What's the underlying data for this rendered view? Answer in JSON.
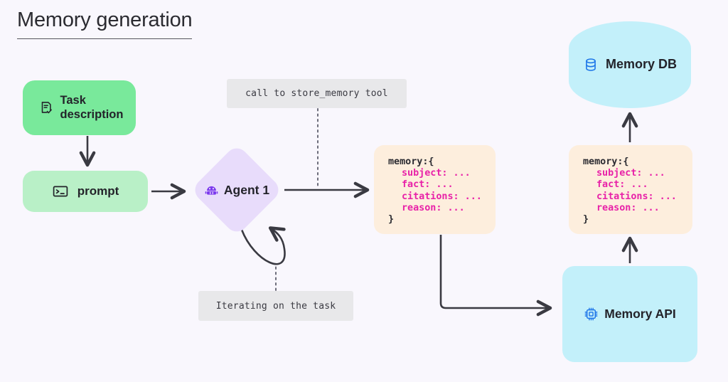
{
  "page": {
    "title": "Memory generation",
    "background_color": "#f9f7fd"
  },
  "nodes": {
    "task_description": {
      "label": "Task\ndescription",
      "icon": "document-check-icon",
      "color": "#79e99b"
    },
    "prompt": {
      "label": "prompt",
      "icon": "terminal-icon",
      "color": "#b9f0c7"
    },
    "agent1": {
      "label": "Agent 1",
      "icon": "robot-icon",
      "color": "#e8dcfb",
      "icon_color": "#7c3aed"
    },
    "memory_block_1": {
      "open": "memory:{",
      "fields": [
        "subject: ...",
        "fact: ...",
        "citations: ...",
        "reason: ..."
      ],
      "close": "}",
      "color": "#fdeedd",
      "key_color": "#e821a8"
    },
    "memory_block_2": {
      "open": "memory:{",
      "fields": [
        "subject: ...",
        "fact: ...",
        "citations: ...",
        "reason: ..."
      ],
      "close": "}",
      "color": "#fdeedd",
      "key_color": "#e821a8"
    },
    "memory_db": {
      "label": "Memory DB",
      "icon": "database-icon",
      "color": "#c3f0fa",
      "icon_color": "#1a73e8"
    },
    "memory_api": {
      "label": "Memory API",
      "icon": "chip-icon",
      "color": "#c3f0fa",
      "icon_color": "#1a73e8"
    }
  },
  "annotations": {
    "store_memory_call": "call to store_memory tool",
    "iterating": "Iterating on the task"
  },
  "edges": {
    "stroke_color": "#3a3a42",
    "list": [
      {
        "from": "task_description",
        "to": "prompt",
        "style": "solid-arrow"
      },
      {
        "from": "prompt",
        "to": "agent1",
        "style": "solid-arrow"
      },
      {
        "from": "agent1",
        "to": "agent1",
        "style": "self-loop"
      },
      {
        "from": "agent1",
        "to": "memory_block_1",
        "style": "solid-arrow"
      },
      {
        "from": "memory_block_1",
        "to": "memory_api",
        "style": "elbow-arrow"
      },
      {
        "from": "memory_api",
        "to": "memory_block_2",
        "style": "solid-arrow"
      },
      {
        "from": "memory_block_2",
        "to": "memory_db",
        "style": "solid-arrow"
      },
      {
        "from": "store_memory_call",
        "to": "agent1_to_memory_edge",
        "style": "dotted"
      },
      {
        "from": "iterating",
        "to": "agent1_self_loop",
        "style": "dotted"
      }
    ]
  }
}
